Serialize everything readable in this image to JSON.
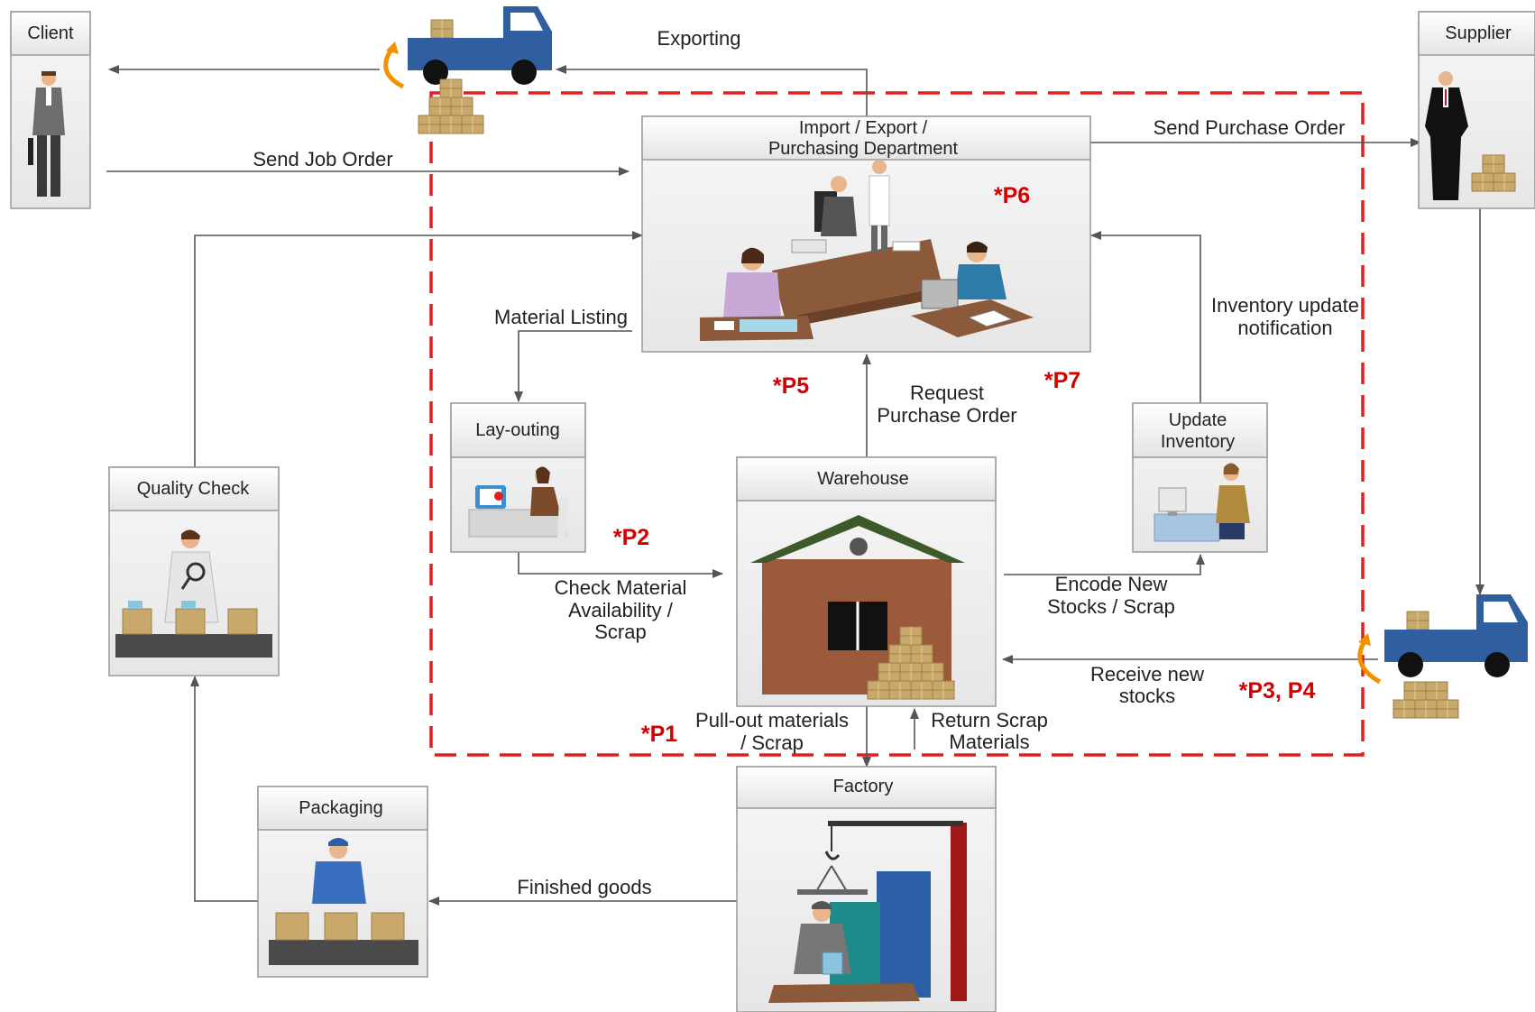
{
  "boxes": {
    "client": "Client",
    "supplier": "Supplier",
    "import_dept_line1": "Import / Export /",
    "import_dept_line2": "Purchasing Department",
    "layouting": "Lay-outing",
    "update_inventory_line1": "Update",
    "update_inventory_line2": "Inventory",
    "warehouse": "Warehouse",
    "quality_check": "Quality Check",
    "packaging": "Packaging",
    "factory": "Factory"
  },
  "flows": {
    "exporting": "Exporting",
    "send_job_order": "Send Job Order",
    "send_purchase_order": "Send Purchase Order",
    "material_listing": "Material Listing",
    "inventory_update_line1": "Inventory update",
    "inventory_update_line2": "notification",
    "request_po_line1": "Request",
    "request_po_line2": "Purchase Order",
    "check_material_line1": "Check Material",
    "check_material_line2": "Availability /",
    "check_material_line3": "Scrap",
    "encode_stocks_line1": "Encode New",
    "encode_stocks_line2": "Stocks / Scrap",
    "receive_stocks_line1": "Receive new",
    "receive_stocks_line2": "stocks",
    "pullout_line1": "Pull-out materials",
    "pullout_line2": "/ Scrap",
    "return_scrap_line1": "Return Scrap",
    "return_scrap_line2": "Materials",
    "finished_goods": "Finished goods"
  },
  "markers": {
    "p1": "*P1",
    "p2": "*P2",
    "p3p4": "*P3, P4",
    "p5": "*P5",
    "p6": "*P6",
    "p7": "*P7"
  },
  "colors": {
    "boundary": "#e02020",
    "marker": "#d40000",
    "truck": "#2f5f9e",
    "box_brown": "#c9a96b",
    "house": "#9b5a3c",
    "roof": "#3e5a2a"
  },
  "icons": [
    "truck-icon",
    "cargo-boxes-icon",
    "businessman-icon",
    "office-meeting-icon",
    "computer-worker-icon",
    "house-icon",
    "inspector-icon",
    "packer-icon",
    "crane-icon",
    "building-icon"
  ]
}
